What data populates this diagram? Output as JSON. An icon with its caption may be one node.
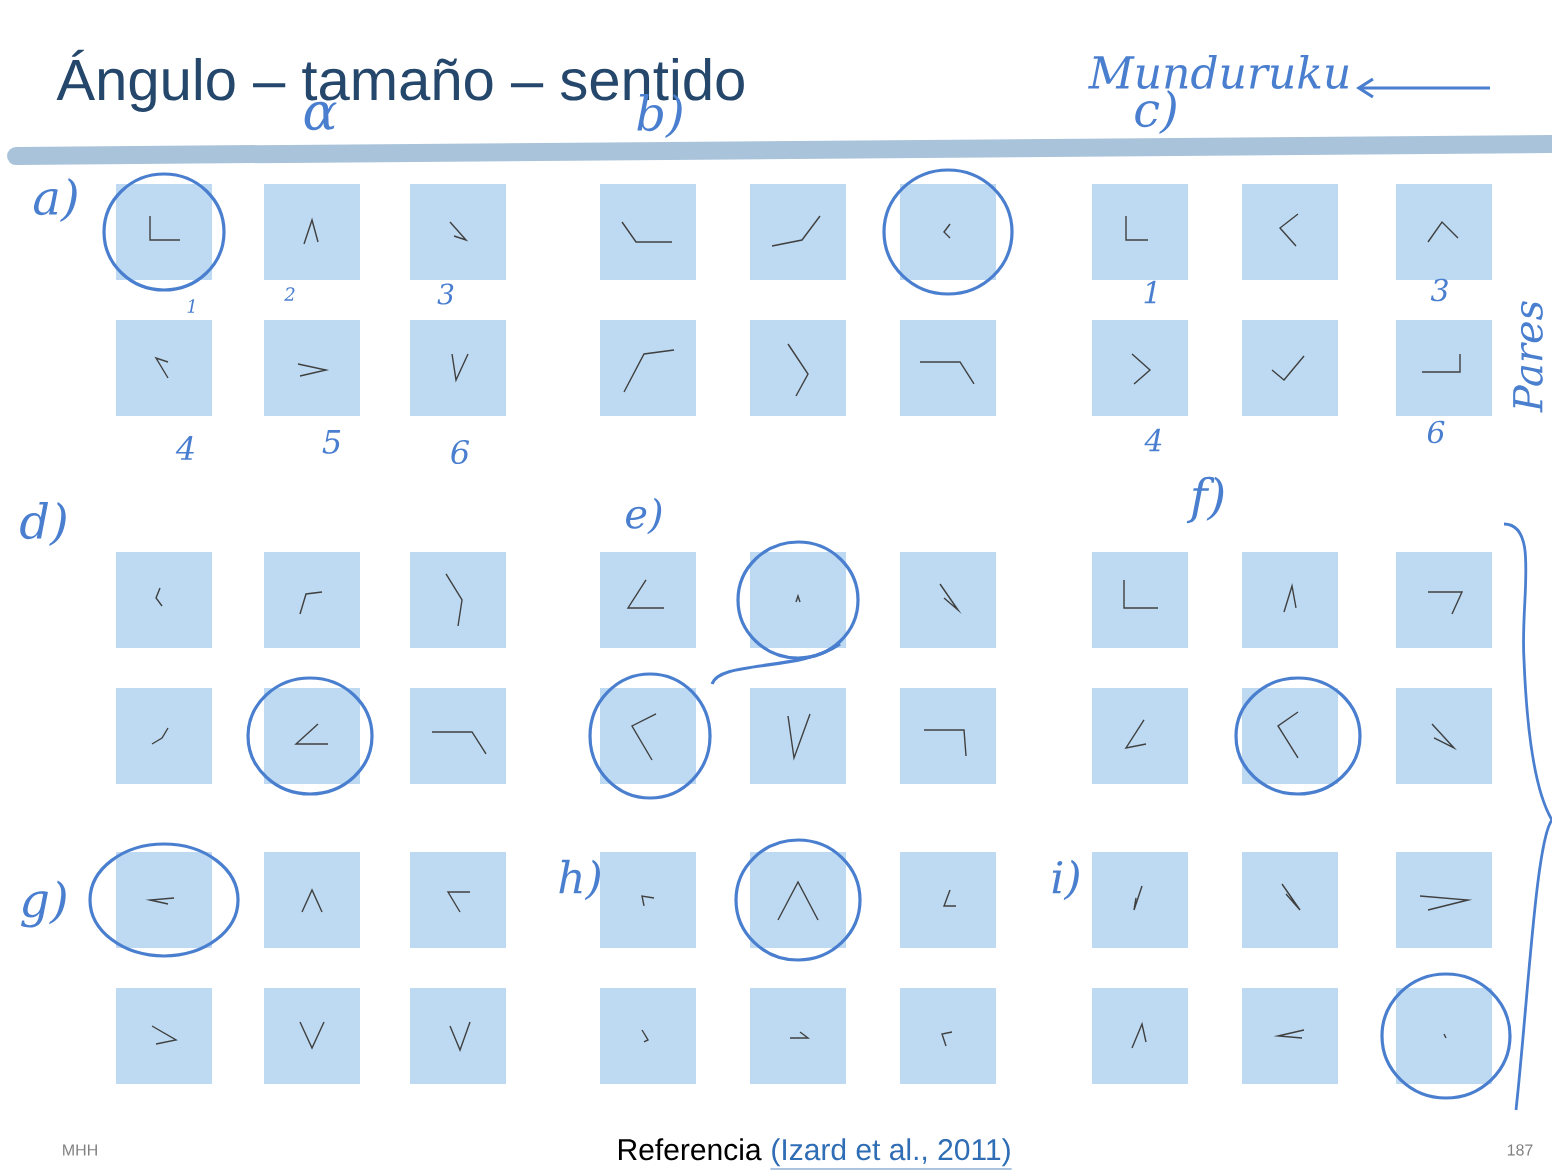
{
  "diagram": {
    "title": "Ángulo – tamaño – sentido",
    "labels": [
      "Munduruku",
      "α",
      "a)",
      "b)",
      "c)",
      "1",
      "2",
      "3",
      "4",
      "5",
      "6",
      "1",
      "3",
      "4",
      "6",
      "Pares",
      "d)",
      "e)",
      "f)",
      "g)",
      "h)",
      "i)",
      "MHH",
      "Referencia",
      "(Izard et al., 2011)",
      "187"
    ]
  }
}
